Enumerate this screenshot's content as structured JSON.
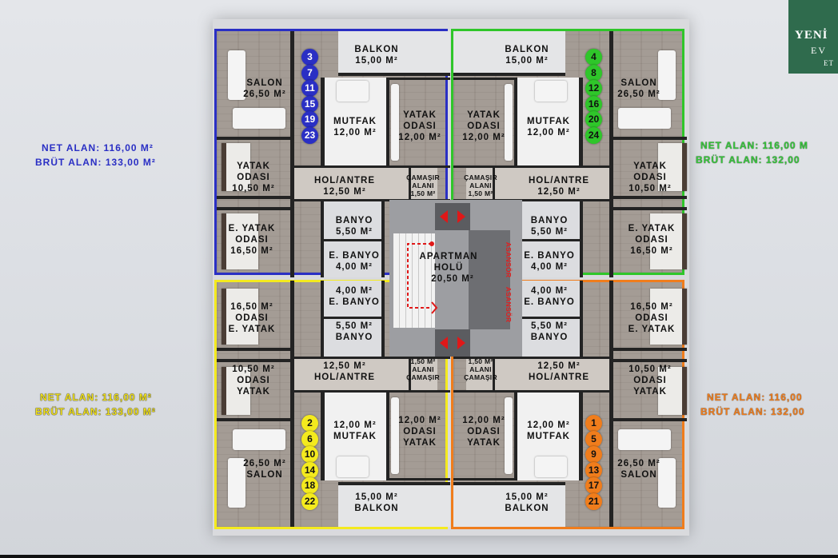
{
  "logo": {
    "line1": "YENİ",
    "line2": "EV",
    "line3": "ET"
  },
  "units": {
    "blue": {
      "color": "#2a2fc4",
      "net": "NET ALAN: 116,00 M²",
      "brut": "BRÜT ALAN: 133,00 M²",
      "numbers": [
        "3",
        "7",
        "11",
        "15",
        "19",
        "23"
      ],
      "rooms": {
        "balkon": "BALKON",
        "balkon_area": "15,00 M²",
        "salon": "SALON",
        "salon_area": "26,50 M²",
        "mutfak": "MUTFAK",
        "mutfak_area": "12,00 M²",
        "yatak1a": "YATAK",
        "yatak1b": "ODASI",
        "yatak1_area": "12,00 M²",
        "yatak2a": "YATAK",
        "yatak2b": "ODASI",
        "yatak2_area": "10,50 M²",
        "hol": "HOL/ANTRE",
        "hol_area": "12,50 M²",
        "camasir_a": "ÇAMAŞIR",
        "camasir_b": "ALANI",
        "camasir_area": "1,50 M²",
        "banyo": "BANYO",
        "banyo_area": "5,50 M²",
        "ebanyo": "E. BANYO",
        "ebanyo_area": "4,00 M²",
        "eyatak_a": "E. YATAK",
        "eyatak_b": "ODASI",
        "eyatak_area": "16,50 M²"
      }
    },
    "green": {
      "color": "#2fc62a",
      "net": "NET ALAN: 116,00 M",
      "brut": "BRÜT ALAN: 132,00",
      "numbers": [
        "4",
        "8",
        "12",
        "16",
        "20",
        "24"
      ],
      "rooms": {
        "balkon": "BALKON",
        "balkon_area": "15,00 M²",
        "salon": "SALON",
        "salon_area": "26,50 M²",
        "mutfak": "MUTFAK",
        "mutfak_area": "12,00 M²",
        "yatak1a": "YATAK",
        "yatak1b": "ODASI",
        "yatak1_area": "12,00 M²",
        "yatak2a": "YATAK",
        "yatak2b": "ODASI",
        "yatak2_area": "10,50 M²",
        "hol": "HOL/ANTRE",
        "hol_area": "12,50 M²",
        "camasir_a": "ÇAMAŞIR",
        "camasir_b": "ALANI",
        "camasir_area": "1,50 M²",
        "banyo": "BANYO",
        "banyo_area": "5,50 M²",
        "ebanyo": "E. BANYO",
        "ebanyo_area": "4,00 M²",
        "eyatak_a": "E. YATAK",
        "eyatak_b": "ODASI",
        "eyatak_area": "16,50 M²"
      }
    },
    "yellow": {
      "color": "#f4ea1e",
      "net": "NET ALAN: 116,00 M²",
      "brut": "BRÜT ALAN: 133,00 M²",
      "numbers": [
        "2",
        "6",
        "10",
        "14",
        "18",
        "22"
      ],
      "rooms": {
        "balkon": "BALKON",
        "balkon_area": "15,00 M²",
        "salon": "SALON",
        "salon_area": "26,50 M²",
        "mutfak": "MUTFAK",
        "mutfak_area": "12,00 M²",
        "yatak1a": "YATAK",
        "yatak1b": "ODASI",
        "yatak1_area": "12,00 M²",
        "yatak2a": "YATAK",
        "yatak2b": "ODASI",
        "yatak2_area": "10,50 M²",
        "hol": "HOL/ANTRE",
        "hol_area": "12,50 M²",
        "camasir_a": "ÇAMAŞIR",
        "camasir_b": "ALANI",
        "camasir_area": "1,50 M²",
        "banyo": "BANYO",
        "banyo_area": "5,50 M²",
        "ebanyo": "E. BANYO",
        "ebanyo_area": "4,00 M²",
        "eyatak_a": "E. YATAK",
        "eyatak_b": "ODASI",
        "eyatak_area": "16,50 M²"
      }
    },
    "orange": {
      "color": "#f07d1c",
      "net": "NET ALAN: 116,00",
      "brut": "BRÜT ALAN: 132,00",
      "numbers": [
        "1",
        "5",
        "9",
        "13",
        "17",
        "21"
      ],
      "rooms": {
        "balkon": "BALKON",
        "balkon_area": "15,00 M²",
        "salon": "SALON",
        "salon_area": "26,50 M²",
        "mutfak": "MUTFAK",
        "mutfak_area": "12,00 M²",
        "yatak1a": "YATAK",
        "yatak1b": "ODASI",
        "yatak1_area": "12,00 M²",
        "yatak2a": "YATAK",
        "yatak2b": "ODASI",
        "yatak2_area": "10,50 M²",
        "hol": "HOL/ANTRE",
        "hol_area": "12,50 M²",
        "camasir_a": "ÇAMAŞIR",
        "camasir_b": "ALANI",
        "camasir_area": "1,50 M²",
        "banyo": "BANYO",
        "banyo_area": "5,50 M²",
        "ebanyo": "E. BANYO",
        "ebanyo_area": "4,00 M²",
        "eyatak_a": "E. YATAK",
        "eyatak_b": "ODASI",
        "eyatak_area": "16,50 M²"
      }
    }
  },
  "core": {
    "title1": "APARTMAN",
    "title2": "HOLÜ",
    "area": "20,50 M²",
    "elevator1": "ASANSÖR",
    "elevator2": "ASANSÖR"
  }
}
